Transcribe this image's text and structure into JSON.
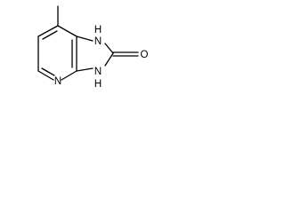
{
  "molecule": {
    "atoms": {
      "nh_top": "H",
      "n_top": "N",
      "n_pyridine": "N",
      "n_bottom": "N",
      "nh_bottom": "H",
      "o_carbonyl": "O"
    }
  }
}
